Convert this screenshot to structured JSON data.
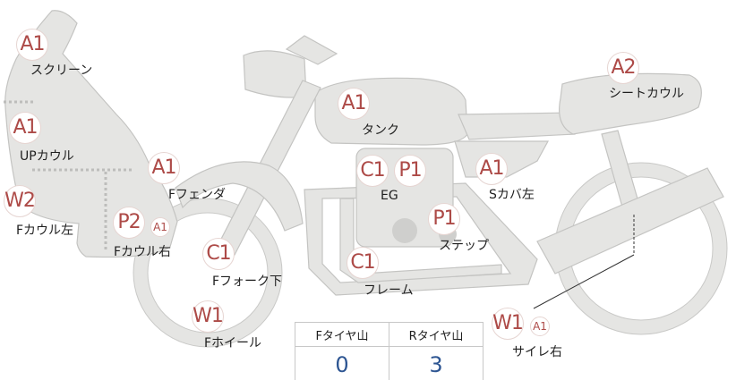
{
  "parts": {
    "screen": {
      "grade": "A1",
      "label": "スクリーン"
    },
    "upper_cowl": {
      "grade": "A1",
      "label": "UPカウル"
    },
    "left_cowl": {
      "grade": "W2",
      "label": "Fカウル左"
    },
    "right_cowl": {
      "grade": "P2",
      "sub_grade": "A1",
      "label": "Fカウル右"
    },
    "front_fender": {
      "grade": "A1",
      "label": "Fフェンダ"
    },
    "front_fork": {
      "grade": "C1",
      "label": "Fフォーク下"
    },
    "front_wheel": {
      "grade": "W1",
      "label": "Fホイール"
    },
    "tank": {
      "grade": "A1",
      "label": "タンク"
    },
    "engine": {
      "grade": "C1",
      "grade2": "P1",
      "label": "EG"
    },
    "step": {
      "grade": "P1",
      "label": "ステップ"
    },
    "frame": {
      "grade": "C1",
      "label": "フレーム"
    },
    "side_cover": {
      "grade": "A1",
      "label": "Sカバ左"
    },
    "seat_cowl": {
      "grade": "A2",
      "label": "シートカウル"
    },
    "muffler": {
      "grade": "W1",
      "sub_grade": "A1",
      "label": "サイレ右"
    }
  },
  "tread_depth": {
    "front_header": "Fタイヤ山",
    "rear_header": "Rタイヤ山",
    "front_value": "0",
    "rear_value": "3"
  },
  "colors": {
    "grade_text": "#ad4a47",
    "tread_value": "#2d5592",
    "part_fill": "#e5e5e3"
  }
}
